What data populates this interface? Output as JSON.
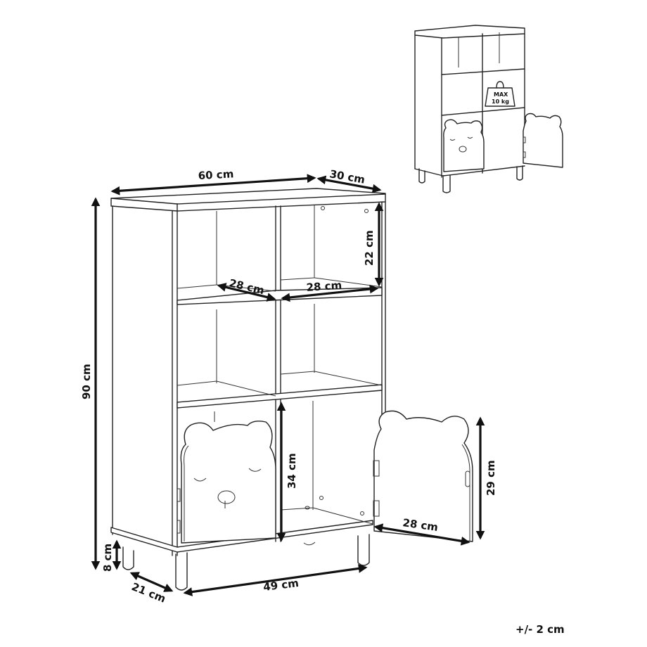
{
  "diagram": {
    "subject": "Kids bookcase with bear door - dimension drawing",
    "dimensions": {
      "width": "60 cm",
      "depth": "30 cm",
      "height": "90 cm",
      "leg_height": "8 cm",
      "leg_depth_span": "21 cm",
      "leg_width_span": "49 cm",
      "upper_compartment_depth": "28 cm",
      "upper_compartment_width": "28 cm",
      "upper_compartment_height": "22 cm",
      "lower_compartment_height": "34 cm",
      "door_width": "28 cm",
      "door_height": "29 cm"
    },
    "inset": {
      "weight_badge_line1": "MAX",
      "weight_badge_line2": "10 kg"
    },
    "tolerance": "+/- 2 cm",
    "colors": {
      "line": "#222222",
      "background": "#ffffff"
    }
  }
}
